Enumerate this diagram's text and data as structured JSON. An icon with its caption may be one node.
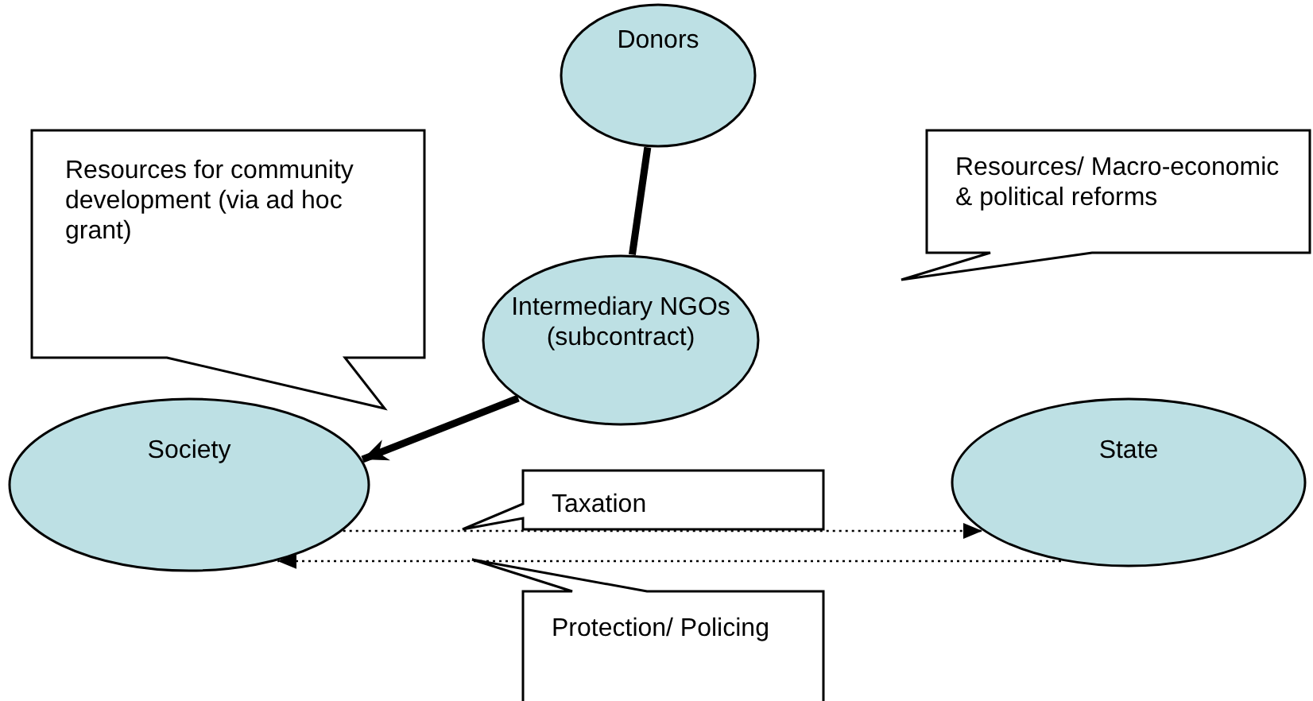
{
  "diagram": {
    "nodes": [
      {
        "text": [
          "Donors"
        ]
      },
      {
        "text": [
          "Intermediary NGOs (subcontract)"
        ]
      },
      {
        "text": [
          "Society"
        ]
      },
      {
        "text": [
          "State"
        ]
      },
      {
        "text": [
          "Resources for community development (via ad hoc grant)"
        ]
      },
      {
        "text": [
          "Resources/ Macro-economic & political reforms"
        ]
      },
      {
        "text": [
          "Taxation"
        ]
      },
      {
        "text": [
          "Protection/ Policing"
        ]
      }
    ],
    "edges": [
      {
        "from": 0,
        "to": 1,
        "arrow": "none",
        "style": "thick"
      },
      {
        "from": 1,
        "to": 2,
        "arrow": "to",
        "style": "thick"
      },
      {
        "from": 2,
        "to": 3,
        "arrow": "to",
        "style": "dashed"
      },
      {
        "from": 3,
        "to": 2,
        "arrow": "to",
        "style": "dashed"
      }
    ]
  }
}
